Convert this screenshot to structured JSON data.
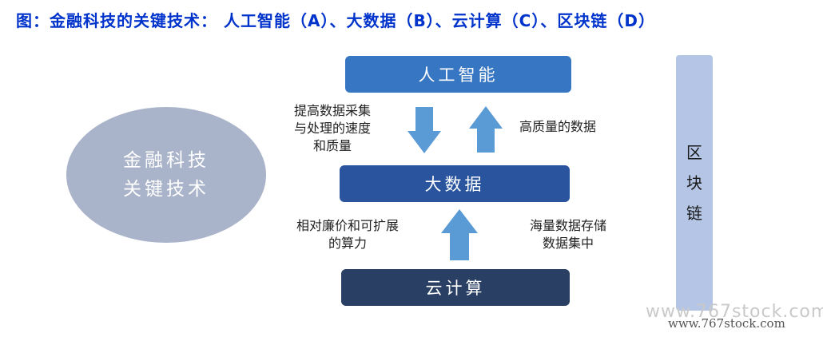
{
  "title": "图：金融科技的关键技术： 人工智能（A）、大数据（B）、云计算（C）、区块链（D）",
  "center": {
    "line1": "金融科技",
    "line2": "关键技术"
  },
  "nodes": {
    "ai": "人工智能",
    "big_data": "大数据",
    "cloud": "云计算"
  },
  "blockchain": [
    "区",
    "块",
    "链"
  ],
  "notes": {
    "down_left": [
      "提高数据采集",
      "与处理的速度",
      "和质量"
    ],
    "up_right": [
      "高质量的数据"
    ],
    "cloud_left": [
      "相对廉价和可扩展",
      "的算力"
    ],
    "cloud_right": [
      "海量数据存储",
      "数据集中"
    ]
  },
  "watermark": {
    "faded": "www.767stock.com",
    "front": "www.767stock.com"
  },
  "colors": {
    "title": "#0033cc",
    "ai_box": "#3776c2",
    "big_data_box": "#2a559e",
    "cloud_box": "#293f63",
    "ellipse": "#a9b3c9",
    "blockchain_bar": "#b4c5e6",
    "arrow": "#5b9bd5"
  }
}
